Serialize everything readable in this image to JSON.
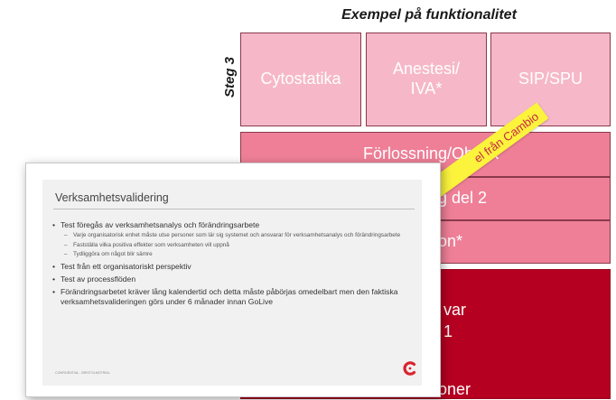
{
  "header": {
    "title": "Exempel på funktionalitet",
    "step_label": "Steg 3"
  },
  "modules": {
    "row1": [
      "Cytostatika",
      "Anestesi/\nIVA*",
      "SIP/SPU"
    ],
    "row2": "Förlossning/Obs",
    "row2_suffix": "rik",
    "row3": "g del 2",
    "row4": "on*",
    "row5_line1": "var",
    "row5_line2": "1",
    "row6": "oner"
  },
  "banner": {
    "text": "el från Cambio"
  },
  "slide": {
    "title": "Verksamhetsvalidering",
    "bullets": [
      {
        "level": 1,
        "text": "Test föregås av verksamhetsanalys och förändringsarbete"
      },
      {
        "level": 2,
        "text": "Varje organisatorisk enhet måste utse personer som lär sig systemet och ansvarar för verksamhetsanalys och förändringsarbete"
      },
      {
        "level": 2,
        "text": "Fastställa vilka positiva effekter som verksamheten vill uppnå"
      },
      {
        "level": 2,
        "text": "Tydliggöra om något blir sämre"
      },
      {
        "level": 1,
        "text": "Test från ett organisatoriskt perspektiv"
      },
      {
        "level": 1,
        "text": "Test av processflöden"
      },
      {
        "level": 1,
        "text": "Förändringsarbetet kräver lång kalendertid och detta måste påbörjas omedelbart men den faktiska verksamhetsvalideringen görs under 6 månader innan GoLive"
      }
    ],
    "footer": "CONFIDENTIAL - BRISTOLMOTRIAL"
  },
  "colors": {
    "light_pink": "#f6b8c8",
    "mid_pink": "#ee7f97",
    "dark_red": "#b60021",
    "banner_yellow": "#fbf33c",
    "logo_red": "#d9232e"
  }
}
